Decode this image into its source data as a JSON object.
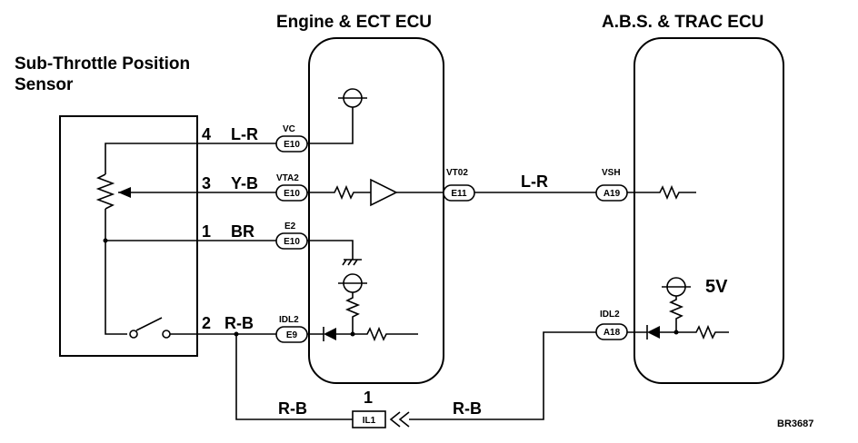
{
  "sensor": {
    "title_line1": "Sub-Throttle Position",
    "title_line2": "Sensor"
  },
  "engine_ecu": {
    "title": "Engine & ECT ECU"
  },
  "abs_ecu": {
    "title": "A.B.S. & TRAC ECU",
    "supply_voltage": "5V"
  },
  "wires": [
    {
      "pin": "4",
      "color": "L-R"
    },
    {
      "pin": "3",
      "color": "Y-B"
    },
    {
      "pin": "1",
      "color": "BR"
    },
    {
      "pin": "2",
      "color": "R-B"
    }
  ],
  "connectors": {
    "vc": {
      "pin_name": "VC",
      "terminal": "E10"
    },
    "vta2": {
      "pin_name": "VTA2",
      "terminal": "E10"
    },
    "e2": {
      "pin_name": "E2",
      "terminal": "E10"
    },
    "idl2": {
      "pin_name": "IDL2",
      "terminal": "E9"
    },
    "vt02": {
      "pin_name": "VT02",
      "terminal": "E11"
    },
    "vsh": {
      "pin_name": "VSH",
      "terminal": "A19"
    },
    "abs_idl2": {
      "pin_name": "IDL2",
      "terminal": "A18"
    }
  },
  "link_wire": {
    "color": "L-R"
  },
  "junction": {
    "pin": "1",
    "terminal": "IL1",
    "wire_left": "R-B",
    "wire_right": "R-B"
  },
  "figure_code": "BR3687"
}
